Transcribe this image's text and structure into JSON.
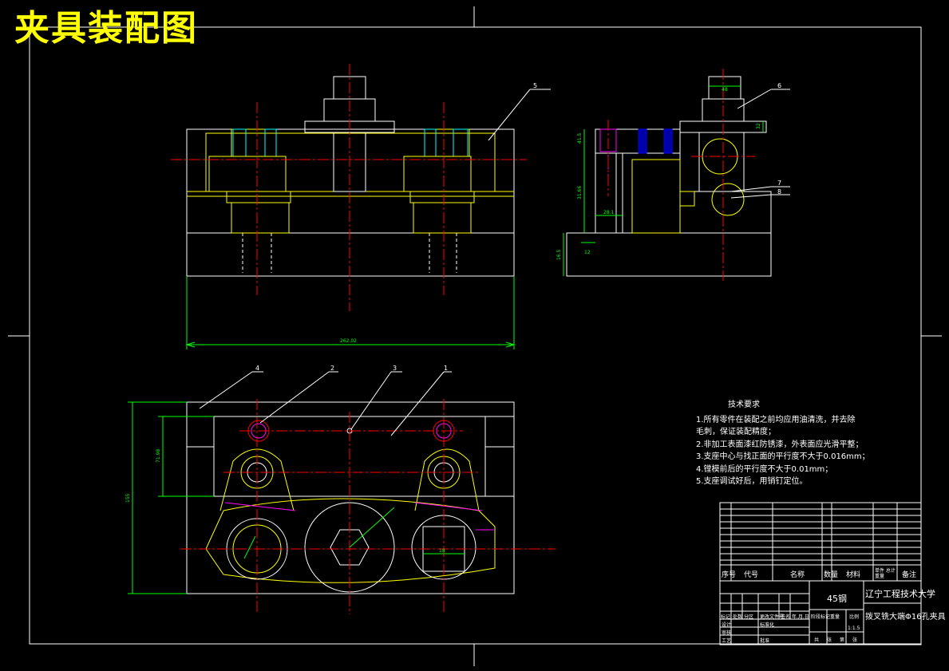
{
  "drawing_title": "夹具装配图",
  "tech_requirements": {
    "heading": "技术要求",
    "items": [
      "1.所有零件在装配之前均应用油清洗，并去除",
      "   毛刺，保证装配精度；",
      "2.非加工表面漆红防锈漆，外表面应光滑平整；",
      "3.支座中心与找正面的平行度不大于0.016mm；",
      "4.镗模前后的平行度不大于0.01mm；",
      "5.支座调试好后，用销钉定位。"
    ]
  },
  "dimensions": {
    "front_width": "262.02",
    "side_height_a": "41.5",
    "side_height_b": "31.66",
    "side_base": "16.5",
    "side_foot": "12",
    "side_step": "28.1",
    "side_top": "48",
    "side_right": "32",
    "plan_height": "155",
    "plan_inner": "71.98",
    "plan_slot": "18"
  },
  "balloons": {
    "front": [
      "5"
    ],
    "side": [
      "6",
      "7",
      "8"
    ],
    "plan": [
      "4",
      "2",
      "3",
      "1"
    ]
  },
  "title_block": {
    "header": {
      "index": "序号",
      "code": "代号",
      "name": "名称",
      "qty": "数量",
      "material": "材料",
      "weight": "单件 总计 重量",
      "remark": "备注"
    },
    "material_main": "45钢",
    "school": "辽宁工程技术大学",
    "part_name": "拨叉铣大端Φ16孔夹具",
    "row_labels": [
      "标记",
      "处数",
      "分区",
      "更改文件号",
      "签名",
      "年.月.日"
    ],
    "design_labels": [
      "设计",
      "审核",
      "工艺",
      "标准化",
      "批准"
    ],
    "stage_labels": [
      "阶段标记",
      "重量",
      "比例"
    ],
    "sheet_labels": [
      "共",
      "张",
      "第",
      "张"
    ],
    "scale": "1:1.5"
  }
}
